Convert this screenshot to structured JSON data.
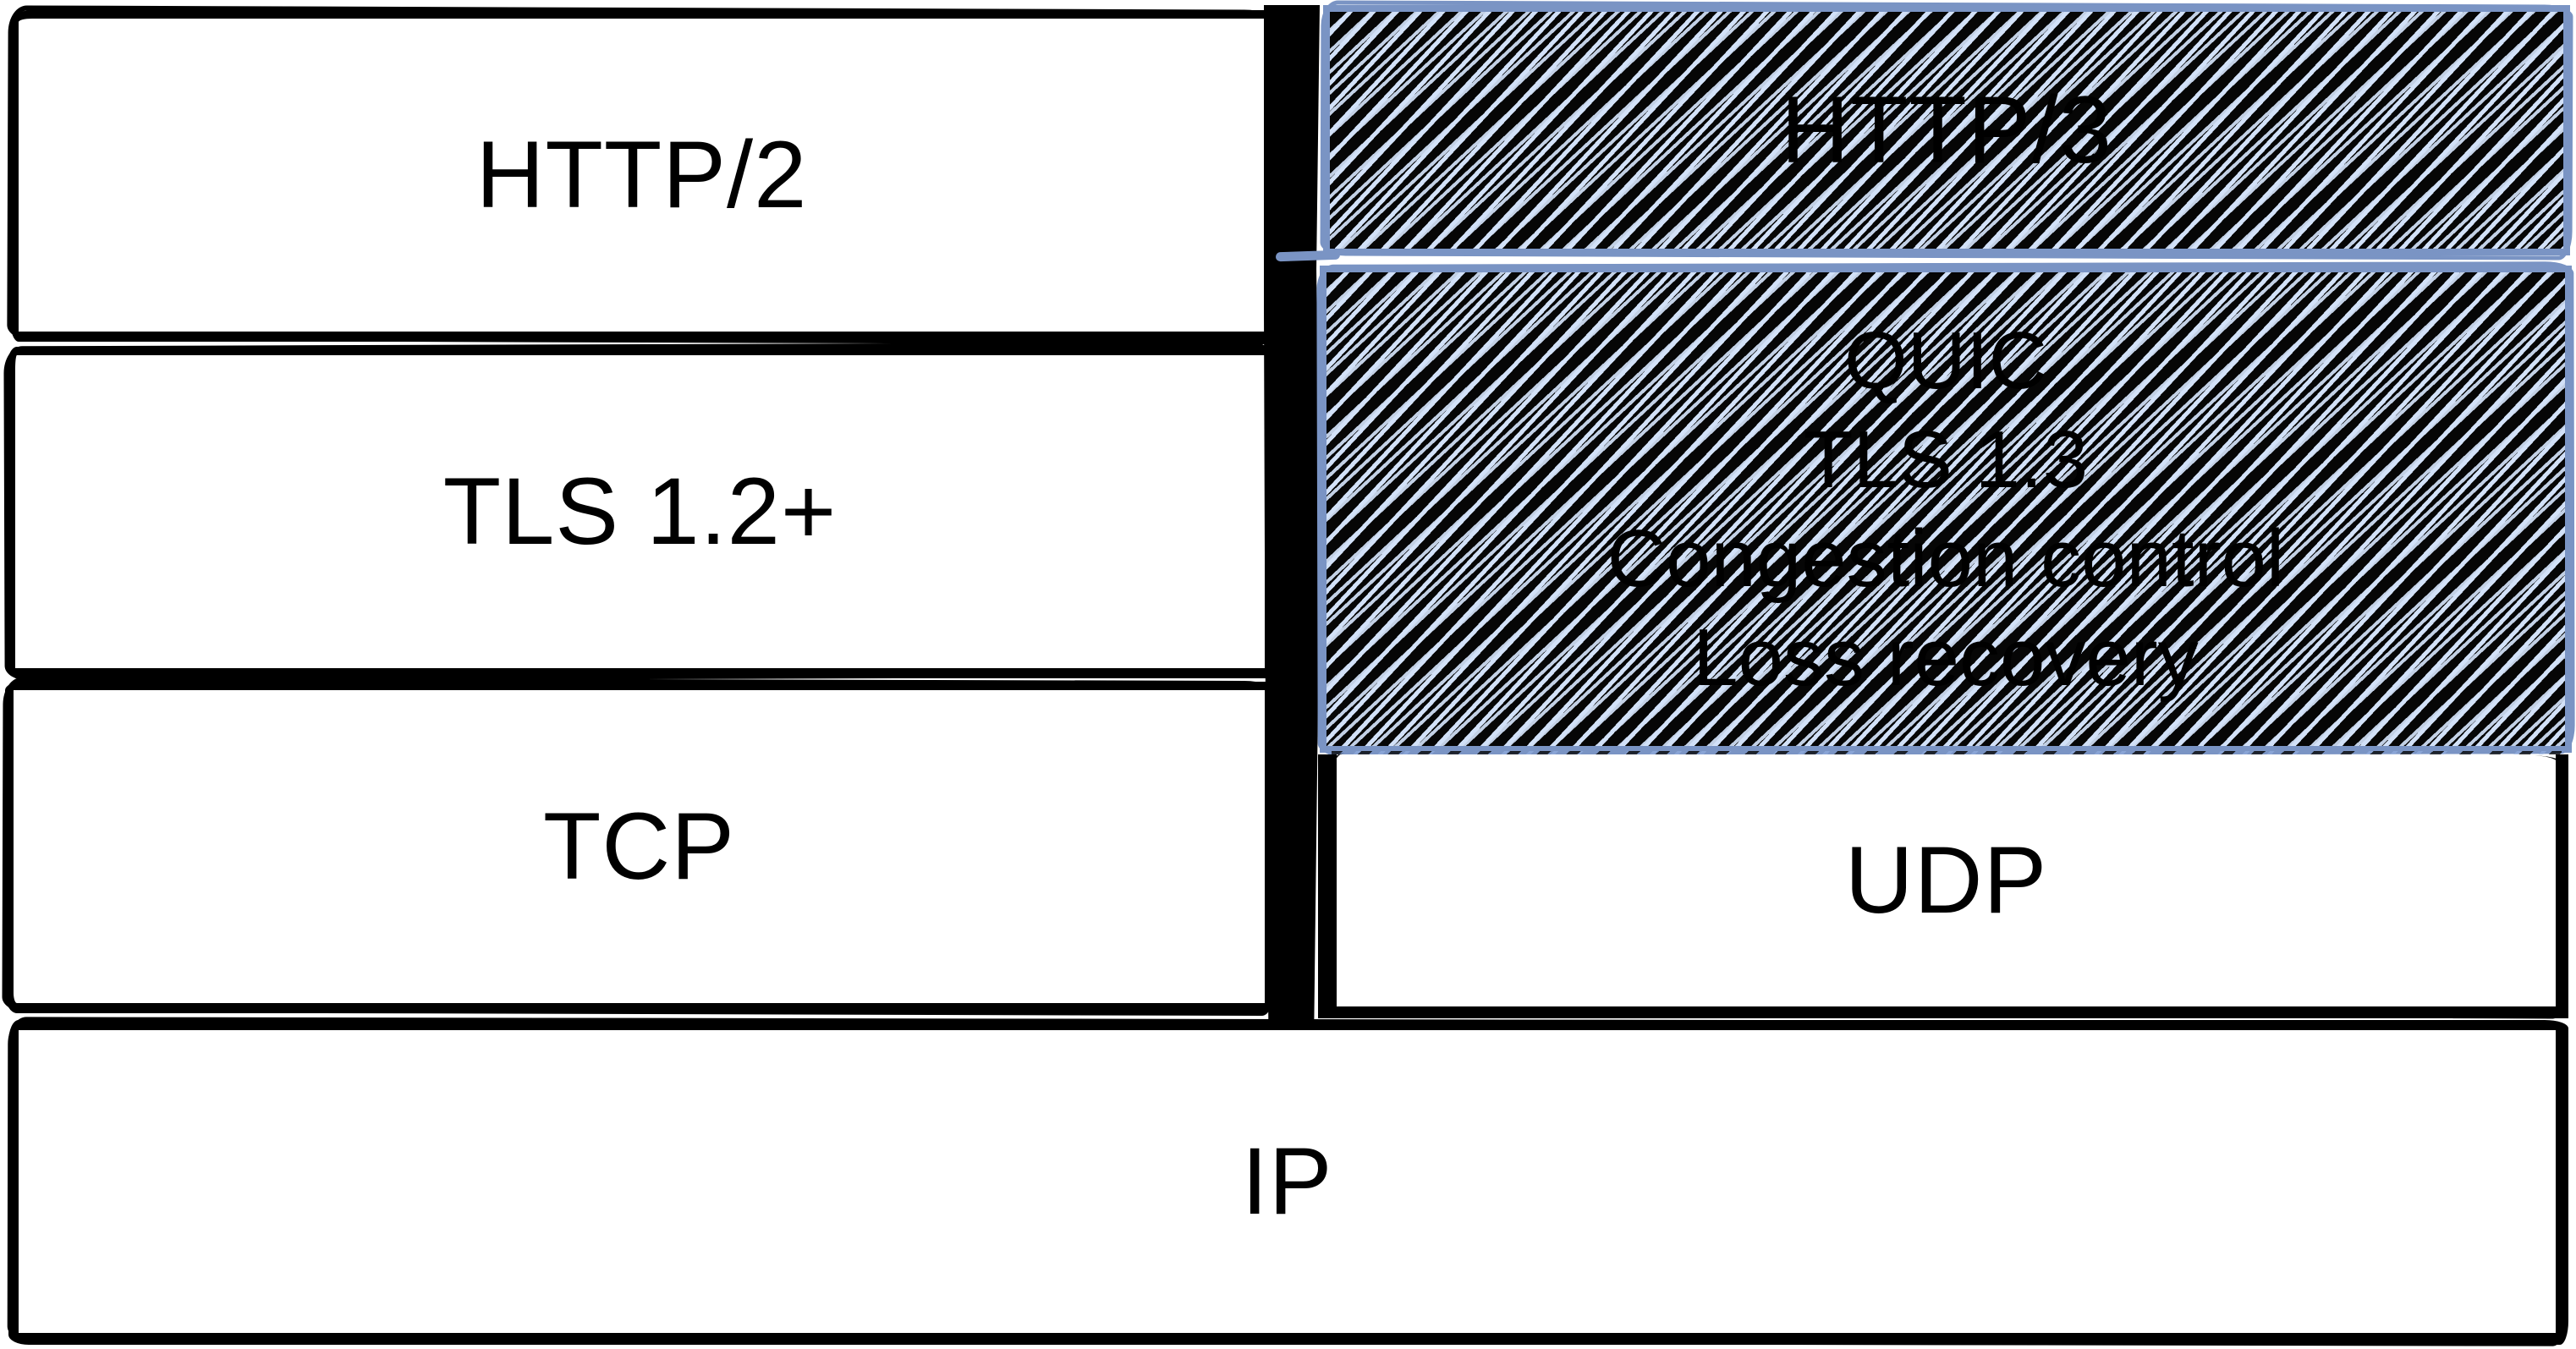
{
  "diagram": {
    "left_stack": [
      {
        "label": "HTTP/2"
      },
      {
        "label": "TLS 1.2+"
      },
      {
        "label": "TCP"
      }
    ],
    "right_stack": [
      {
        "label": "HTTP/3",
        "style": "hatched"
      },
      {
        "style": "hatched",
        "lines": [
          "QUIC",
          "TLS 1.3",
          "Congestion control",
          "Loss recovery"
        ]
      },
      {
        "label": "UDP",
        "style": "plain"
      }
    ],
    "base": {
      "label": "IP"
    }
  },
  "colors": {
    "stroke_black": "#000000",
    "fill_white": "#ffffff",
    "accent_blue": "#7a94c4",
    "hatch_light": "#d2e1f8"
  }
}
